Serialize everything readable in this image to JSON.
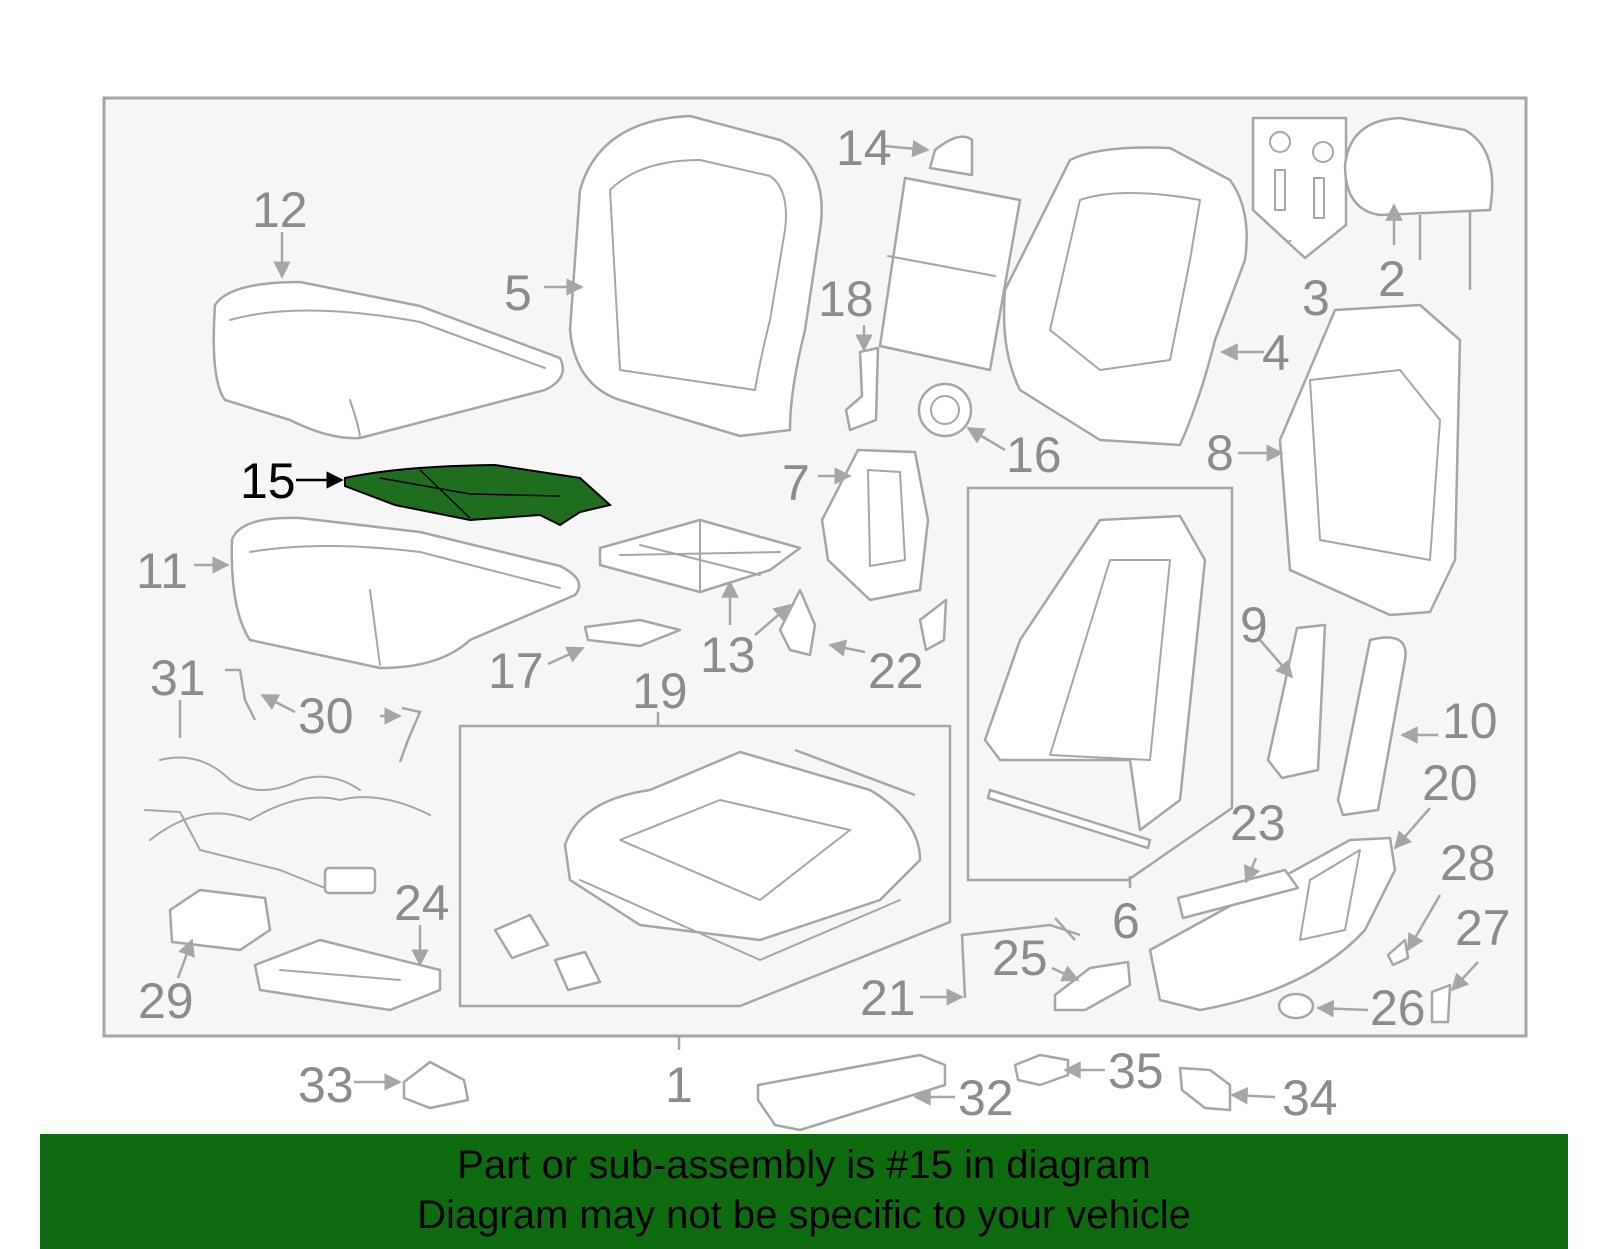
{
  "colors": {
    "highlight_part": "#1f6e1f",
    "banner_bg": "#0f6b0f",
    "line": "#a6a6a6",
    "label": "#8c8c8c",
    "highlight_label": "#000000"
  },
  "highlighted_part": "15",
  "labels": {
    "p1": "1",
    "p2": "2",
    "p3": "3",
    "p4": "4",
    "p5": "5",
    "p6": "6",
    "p7": "7",
    "p8": "8",
    "p9": "9",
    "p10": "10",
    "p11": "11",
    "p12": "12",
    "p13": "13",
    "p14": "14",
    "p15": "15",
    "p16": "16",
    "p17": "17",
    "p18": "18",
    "p19": "19",
    "p20": "20",
    "p21": "21",
    "p22": "22",
    "p23": "23",
    "p24": "24",
    "p25": "25",
    "p26": "26",
    "p27": "27",
    "p28": "28",
    "p29": "29",
    "p30": "30",
    "p31": "31",
    "p32": "32",
    "p33": "33",
    "p34": "34",
    "p35": "35"
  },
  "banner": {
    "line1": "Part or sub-assembly is #15 in diagram",
    "line2": "Diagram may not be specific to your vehicle"
  }
}
